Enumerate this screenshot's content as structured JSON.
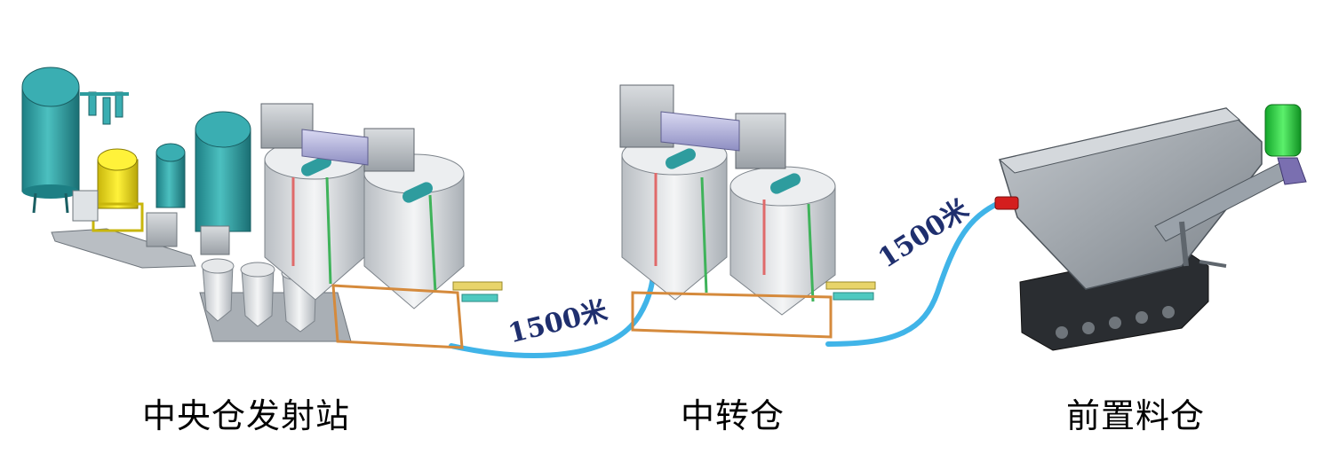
{
  "stations": {
    "central": "中央仓发射站",
    "transfer": "中转仓",
    "front": "前置料仓"
  },
  "links": {
    "first": "1500米",
    "second": "1500米"
  },
  "colors": {
    "pipe": "#40b4e8",
    "distance_text": "#1f2f6e",
    "tank_teal": "#2e9c9e",
    "frame_gray": "#9aa2aa",
    "hopper_gray": "#8e959c",
    "accent_yellow": "#f2e21c",
    "accent_green": "#22d43a",
    "accent_red": "#d41e1e"
  }
}
